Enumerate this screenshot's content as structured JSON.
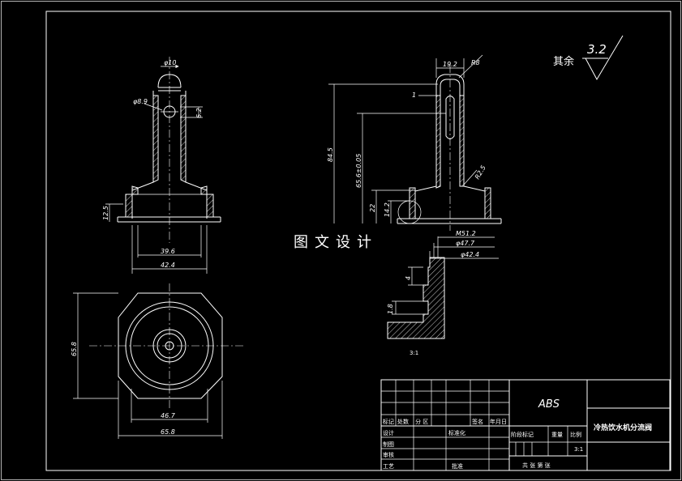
{
  "watermark": "图文设计",
  "roughness": {
    "label": "其余",
    "value": "3.2"
  },
  "scale_note": "3:1",
  "dimensions": {
    "top_view_d10": "φ10",
    "top_view_d89": "φ8.9",
    "top_view_62": "6.2",
    "left_h125": "12.5",
    "left_w396": "39.6",
    "left_w424": "42.4",
    "right_192": "19.2",
    "right_r8": "R8",
    "right_1": "1",
    "right_845": "84.5",
    "right_656": "65.6±0.05",
    "right_22": "22",
    "right_142": "14.2",
    "right_r25": "R2.5",
    "detail_m512": "M51.2",
    "detail_d477": "φ47.7",
    "detail_d424": "φ42.4",
    "detail_4": "4",
    "detail_18": "1.8",
    "plan_h658": "65.8",
    "plan_w467": "46.7",
    "plan_w658": "65.8"
  },
  "title_block": {
    "material": "ABS",
    "part_name": "冷热饮水机分流阀",
    "scale_value": "3:1",
    "row_labels": {
      "mark": "标记",
      "count": "处数",
      "zone": "分 区",
      "sign": "签名",
      "date": "年月日",
      "design": "设计",
      "drawing": "制图",
      "check": "审核",
      "process": "工艺",
      "standard": "标准化",
      "approve": "批准",
      "stage": "阶段标记",
      "weight": "重量",
      "scale": "比例",
      "sheets": "共  张  第  张"
    }
  }
}
